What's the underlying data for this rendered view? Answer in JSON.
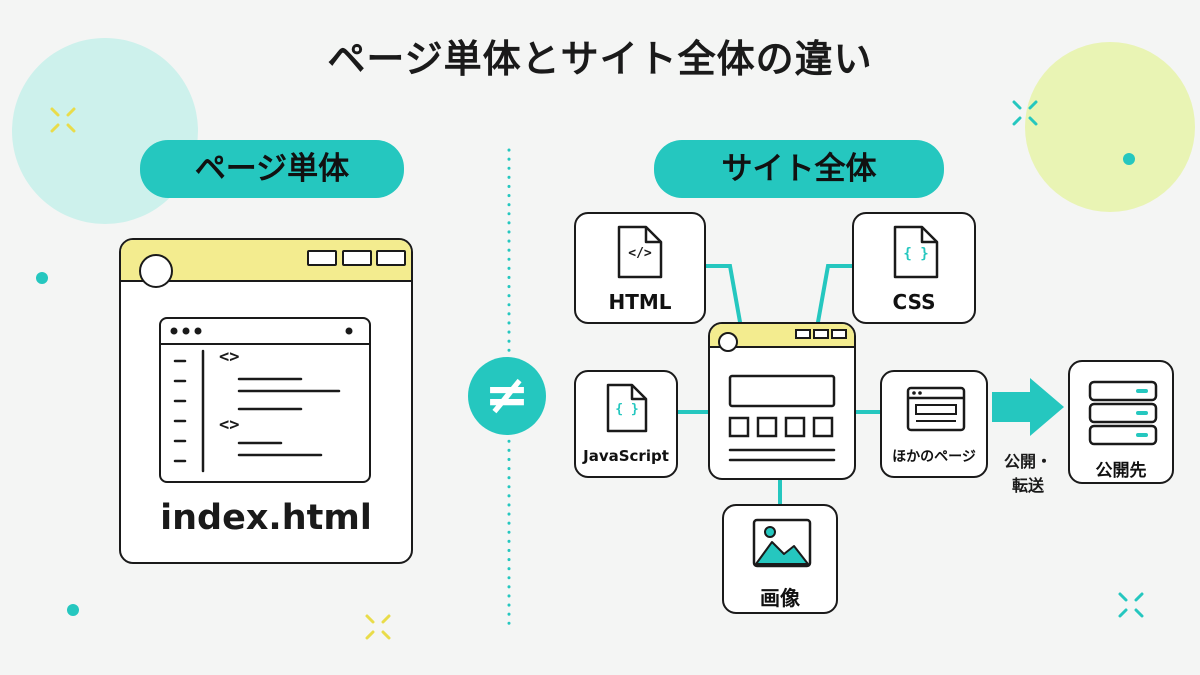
{
  "title": "ページ単体とサイト全体の違い",
  "left": {
    "heading": "ページ単体",
    "filename": "index.html"
  },
  "right": {
    "heading": "サイト全体",
    "nodes": {
      "html": "HTML",
      "css": "CSS",
      "javascript": "JavaScript",
      "other_pages": "ほかのページ",
      "image": "画像",
      "destination": "公開先"
    },
    "arrow_label_line1": "公開・",
    "arrow_label_line2": "転送"
  },
  "not_equal_symbol": "≠",
  "code_glyph_1": "<>",
  "code_glyph_2": "<>",
  "html_file_glyph": "</>",
  "css_file_glyph": "{ }",
  "js_file_glyph": "{ }",
  "colors": {
    "teal": "#25c7bf",
    "yellow": "#f3ec8f",
    "mint_blob": "#cdf1ec",
    "lime_blob": "#e9f4b4"
  },
  "icons": [
    "browser-window-icon",
    "code-editor-icon",
    "file-icon",
    "image-icon",
    "server-icon",
    "sparkle-icon",
    "arrow-right-icon"
  ]
}
